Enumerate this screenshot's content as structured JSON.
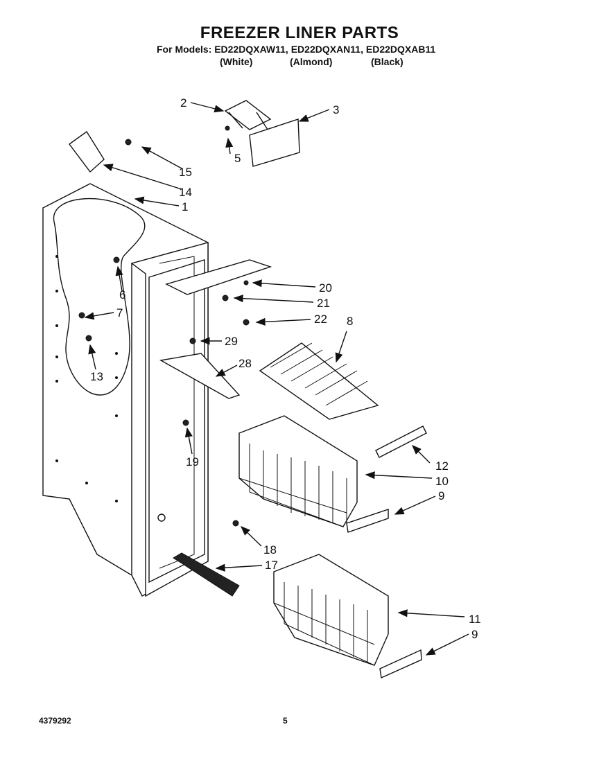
{
  "header": {
    "title": "FREEZER LINER PARTS",
    "models_line": "For Models: ED22DQXAW11, ED22DQXAN11, ED22DQXAB11",
    "variants": [
      "(White)",
      "(Almond)",
      "(Black)"
    ]
  },
  "callouts": [
    "2",
    "3",
    "5",
    "15",
    "14",
    "1",
    "6",
    "7",
    "13",
    "20",
    "21",
    "22",
    "8",
    "29",
    "28",
    "19",
    "12",
    "10",
    "9",
    "18",
    "17",
    "11",
    "9"
  ],
  "footer": {
    "doc_number": "4379292",
    "page_number": "5"
  }
}
